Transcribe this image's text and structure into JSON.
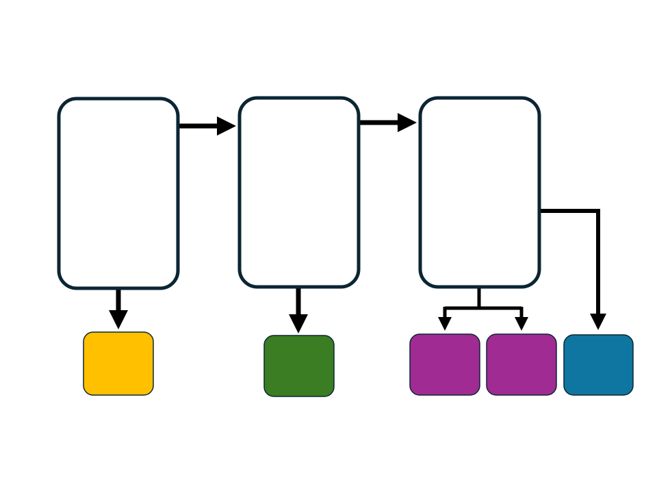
{
  "diagram": {
    "stages": [
      {
        "id": "stage-1",
        "label": ""
      },
      {
        "id": "stage-2",
        "label": ""
      },
      {
        "id": "stage-3",
        "label": ""
      }
    ],
    "outputs": [
      {
        "id": "output-yellow",
        "label": "",
        "color": "#FFC000"
      },
      {
        "id": "output-green",
        "label": "",
        "color": "#3A7D22"
      },
      {
        "id": "output-purple-1",
        "label": "",
        "color": "#A02B93"
      },
      {
        "id": "output-purple-2",
        "label": "",
        "color": "#A02B93"
      },
      {
        "id": "output-blue",
        "label": "",
        "color": "#0E76A0"
      }
    ],
    "colors": {
      "stage_border": "#0B2533",
      "stage_fill": "#FFFFFF",
      "connector": "#000000",
      "output_border": "#0B2533"
    }
  }
}
